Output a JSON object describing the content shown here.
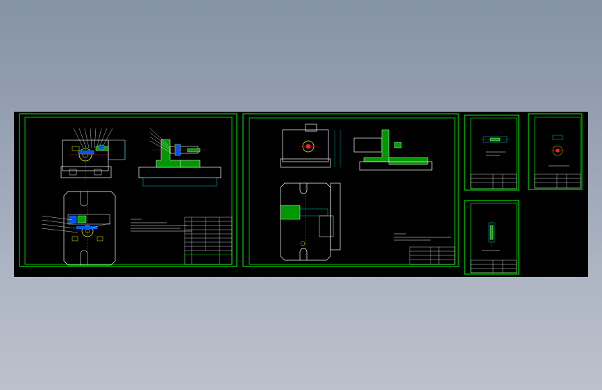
{
  "colors": {
    "background_top": "#8593a7",
    "background_bottom": "#bcc1cc",
    "canvas": "#000000",
    "frame": "#00ff00",
    "geometry": "#ffffff",
    "hatch": "#00a000",
    "dimension": "#00c8c8",
    "center_line": "#ff2020",
    "highlight": "#ffff00",
    "part_fill": "#0050ff"
  },
  "sheets": [
    {
      "name": "assembly-drawing"
    },
    {
      "name": "fixture-body-drawing"
    },
    {
      "name": "part-drawing-1"
    },
    {
      "name": "part-drawing-2"
    },
    {
      "name": "part-drawing-3"
    }
  ]
}
